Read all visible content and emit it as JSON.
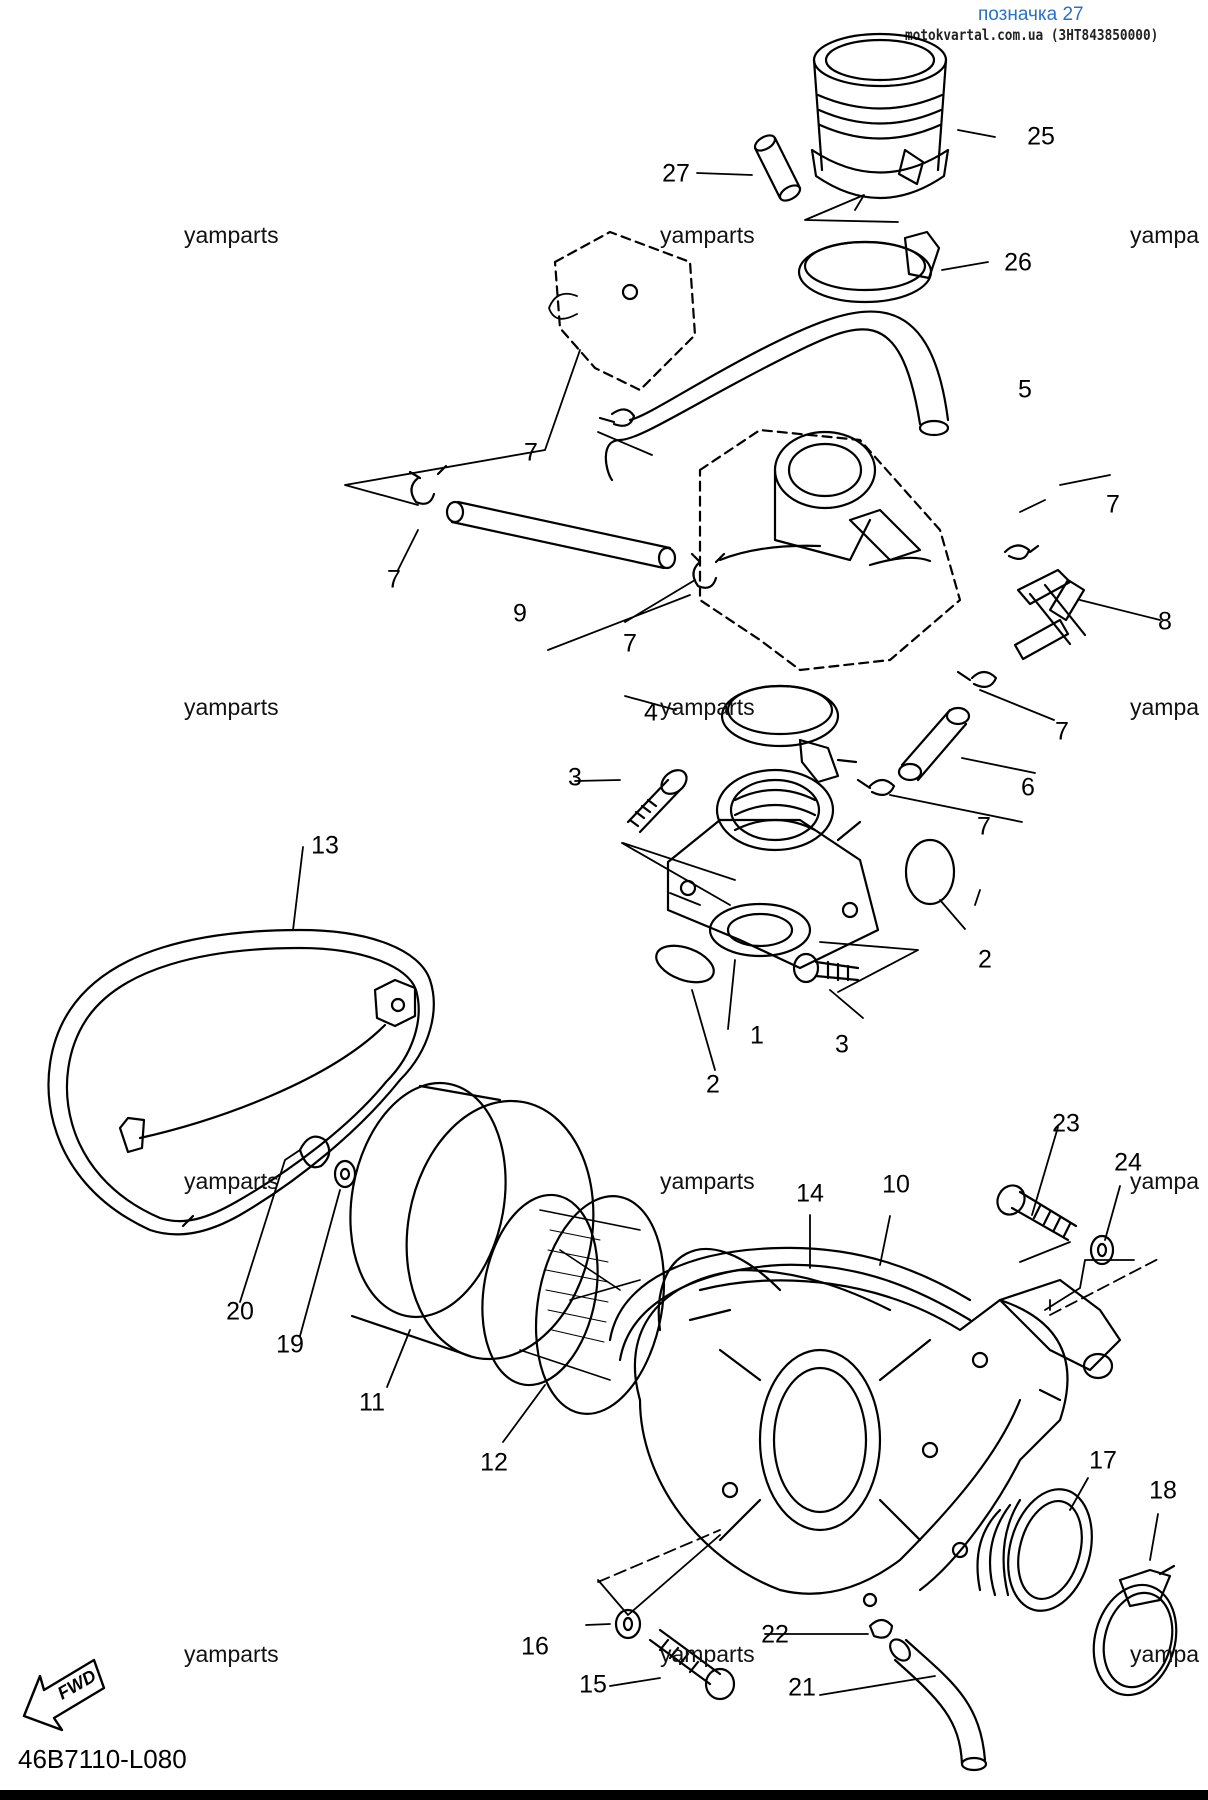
{
  "header": {
    "title": "позначка 27",
    "source": "motokvartal.com.ua (3HT843850000)"
  },
  "watermark_text": "yamparts",
  "watermarks": [
    "yamparts",
    "yamparts",
    "yampa",
    "yamparts",
    "yamparts",
    "yampa",
    "yamparts",
    "yamparts",
    "yampa",
    "yamparts",
    "yamparts",
    "yampa"
  ],
  "callouts": [
    "25",
    "27",
    "26",
    "5",
    "7",
    "7",
    "7",
    "9",
    "7",
    "8",
    "4",
    "7",
    "3",
    "6",
    "7",
    "13",
    "2",
    "1",
    "3",
    "2",
    "23",
    "24",
    "14",
    "10",
    "20",
    "19",
    "11",
    "12",
    "17",
    "18",
    "16",
    "22",
    "15",
    "21"
  ],
  "footer": {
    "part_code": "46B7110-L080",
    "fwd_label": "FWD"
  }
}
